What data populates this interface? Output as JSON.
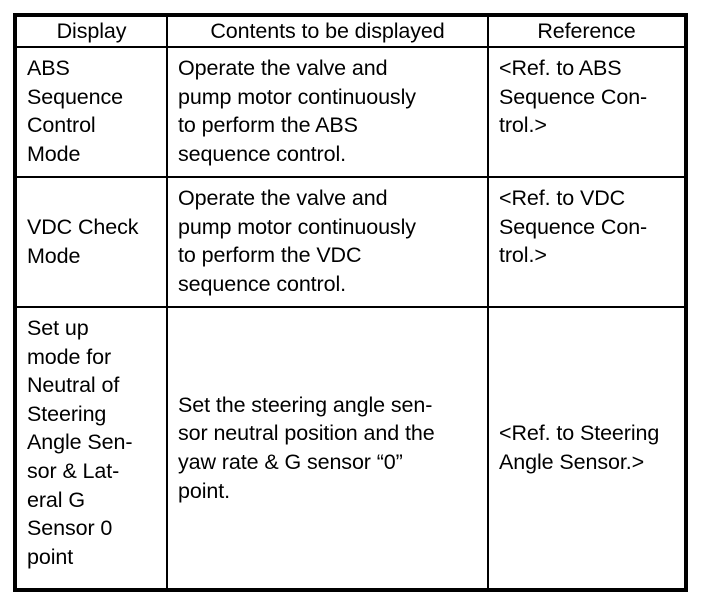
{
  "table": {
    "columns": [
      {
        "key": "display",
        "label": "Display"
      },
      {
        "key": "contents",
        "label": "Contents to be displayed"
      },
      {
        "key": "reference",
        "label": "Reference"
      }
    ],
    "rows": [
      {
        "display": "ABS\nSequence\nControl\nMode",
        "contents": "Operate the valve and\npump motor continuously\nto perform the ABS\nsequence control.",
        "reference": "<Ref. to ABS\nSequence Con-\ntrol.>"
      },
      {
        "display": "VDC Check\nMode",
        "contents": "Operate the valve and\npump motor continuously\nto perform the VDC\nsequence control.",
        "reference": "<Ref. to VDC\nSequence Con-\ntrol.>"
      },
      {
        "display": "Set up\nmode for\nNeutral of\nSteering\nAngle Sen-\nsor & Lat-\neral G\nSensor 0\npoint",
        "contents": "Set the steering angle sen-\nsor neutral position and the\nyaw rate & G sensor “0”\npoint.",
        "reference": "<Ref. to Steering\nAngle Sensor.>"
      }
    ]
  },
  "style": {
    "text_color": "#000000",
    "background_color": "#ffffff",
    "border_color": "#000000"
  }
}
